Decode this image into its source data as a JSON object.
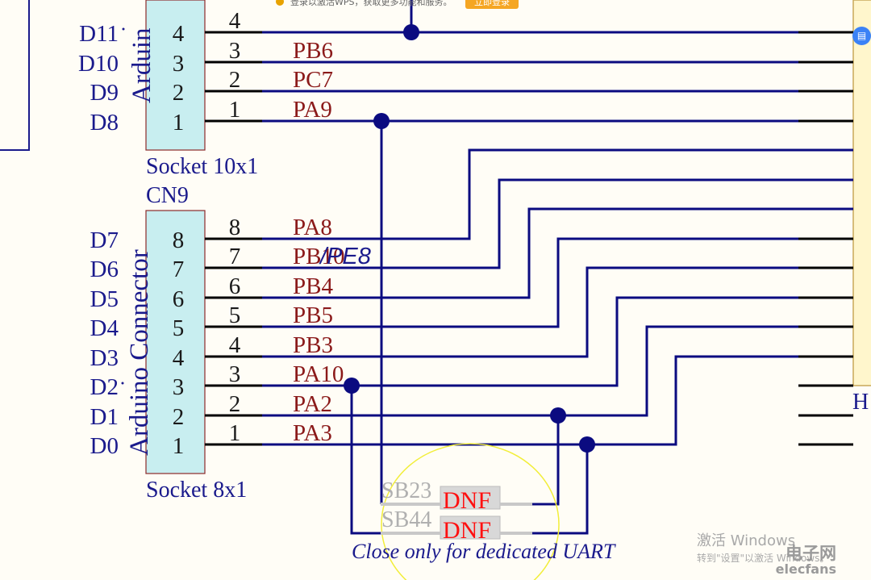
{
  "banner": {
    "message": "登录以激活WPS，获取更多功能和服务。",
    "login_label": "立即登录",
    "warning_icon": "warning-icon"
  },
  "side_button_icon": "sticky-note-icon",
  "schematic": {
    "upper_connector": {
      "vertical_label": "Arduin",
      "footprint": "Socket 10x1",
      "signals": [
        "D11",
        "D10",
        "D9",
        "D8"
      ],
      "pins": [
        "4",
        "3",
        "2",
        "1"
      ],
      "outer_pins": [
        "4",
        "3",
        "2",
        "1"
      ],
      "nets": [
        "",
        "PB6",
        "PC7",
        "PA9"
      ]
    },
    "lower_connector": {
      "designator": "CN9",
      "vertical_label": "Arduino Connector",
      "footprint": "Socket 8x1",
      "signals": [
        "D7",
        "D6",
        "D5",
        "D4",
        "D3",
        "D2",
        "D1",
        "D0"
      ],
      "pins": [
        "8",
        "7",
        "6",
        "5",
        "4",
        "3",
        "2",
        "1"
      ],
      "outer_pins": [
        "8",
        "7",
        "6",
        "5",
        "4",
        "3",
        "2",
        "1"
      ],
      "nets": [
        "PA8",
        "PB10",
        "PB4",
        "PB5",
        "PB3",
        "PA10",
        "PA2",
        "PA3"
      ],
      "alt_net": "/PE8"
    },
    "bridges": [
      {
        "ref": "SB23",
        "value": "DNF"
      },
      {
        "ref": "SB44",
        "value": "DNF"
      }
    ],
    "note": "Close only for dedicated UART",
    "edge_label": "H"
  },
  "watermark": {
    "activate": "激活 Windows",
    "activate_hint": "转到\"设置\"以激活 Windows。",
    "site_cn": "电子网",
    "site_en": "elecfans"
  }
}
